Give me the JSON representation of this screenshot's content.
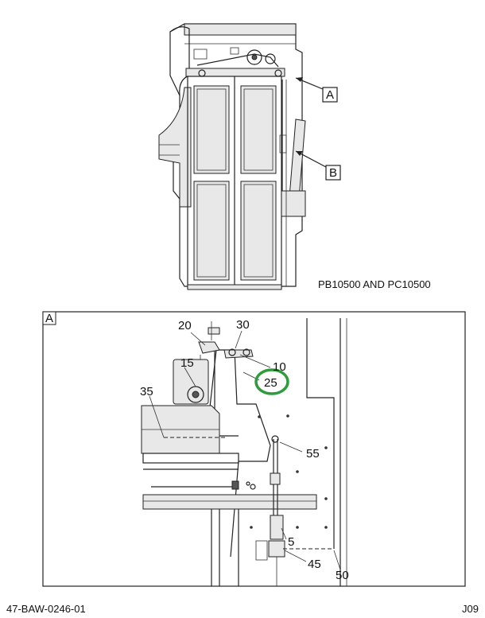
{
  "top_view": {
    "callout_a": "A",
    "callout_b": "B",
    "model_caption": "PB10500 AND PC10500"
  },
  "detail_view": {
    "frame_label": "A",
    "parts": [
      "20",
      "30",
      "10",
      "15",
      "25",
      "35",
      "55",
      "5",
      "45",
      "50"
    ],
    "highlight_color": "#2e9c3a"
  },
  "footer": {
    "doc_code": "47-BAW-0246-01",
    "page_code": "J09"
  }
}
